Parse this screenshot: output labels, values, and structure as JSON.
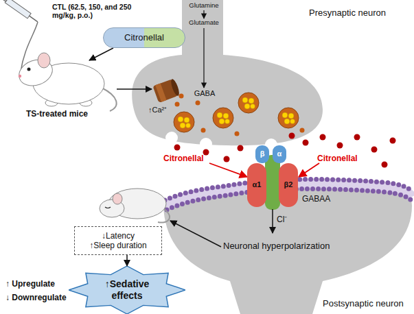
{
  "diagram": {
    "nodes": [
      {
        "text": [
          "Citronellal"
        ]
      },
      {
        "text": [
          "β"
        ]
      },
      {
        "text": [
          "α"
        ]
      },
      {
        "text": [
          "α1"
        ]
      },
      {
        "text": [
          "β2"
        ]
      },
      {
        "text": [
          "↓Latency",
          "↑Sleep duration"
        ]
      },
      {
        "text": [
          "↑Sedative effects"
        ]
      }
    ],
    "edges": [
      {
        "from": 5,
        "to": 6,
        "arrow": "to"
      }
    ],
    "labels": [
      "CTL (62.5, 150, and 250 mg/kg, p.o.)",
      "TS-treated mice",
      "Glutamine",
      "Glutamate",
      "Presynaptic neuron",
      "GABA",
      "↑Ca²⁺",
      "Citronellal",
      "Citronellal",
      "GABAA",
      "Cl⁻",
      "Neuronal hyperpolarization",
      "Postsynaptic neuron"
    ],
    "legend": [
      {
        "text": "↑ Upregulate"
      },
      {
        "text": "↓ Downregulate"
      }
    ]
  }
}
